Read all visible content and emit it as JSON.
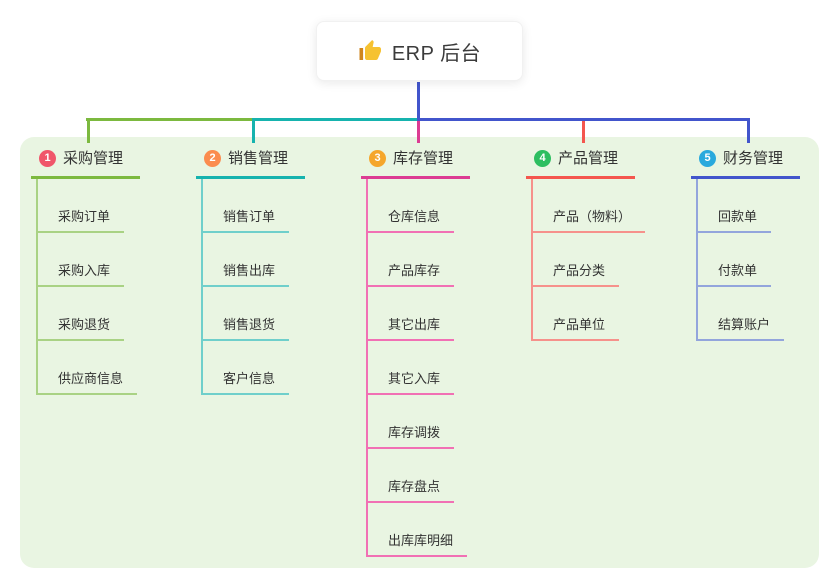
{
  "root": {
    "title": "ERP 后台",
    "icon": "thumbs-up-icon"
  },
  "colors": {
    "panel_background": "#e9f5e2",
    "root_trunk": "#4255cc"
  },
  "branches": [
    {
      "index": "1",
      "label": "采购管理",
      "badge_color": "#f0566a",
      "line_color": "#7cb93f",
      "child_line_color": "#a9d284",
      "children": [
        "采购订单",
        "采购入库",
        "采购退货",
        "供应商信息"
      ]
    },
    {
      "index": "2",
      "label": "销售管理",
      "badge_color": "#fb8c4e",
      "line_color": "#16b3ae",
      "child_line_color": "#6fcfcb",
      "children": [
        "销售订单",
        "销售出库",
        "销售退货",
        "客户信息"
      ]
    },
    {
      "index": "3",
      "label": "库存管理",
      "badge_color": "#f5a62b",
      "line_color": "#dc3c93",
      "child_line_color": "#f170b4",
      "children": [
        "仓库信息",
        "产品库存",
        "其它出库",
        "其它入库",
        "库存调拨",
        "库存盘点",
        "出库库明细"
      ]
    },
    {
      "index": "4",
      "label": "产品管理",
      "badge_color": "#2dbe60",
      "line_color": "#f4564e",
      "child_line_color": "#f6918b",
      "children": [
        "产品（物料）",
        "产品分类",
        "产品单位"
      ]
    },
    {
      "index": "5",
      "label": "财务管理",
      "badge_color": "#29a9dd",
      "line_color": "#4255cc",
      "child_line_color": "#93a5dc",
      "children": [
        "回款单",
        "付款单",
        "结算账户"
      ]
    }
  ]
}
